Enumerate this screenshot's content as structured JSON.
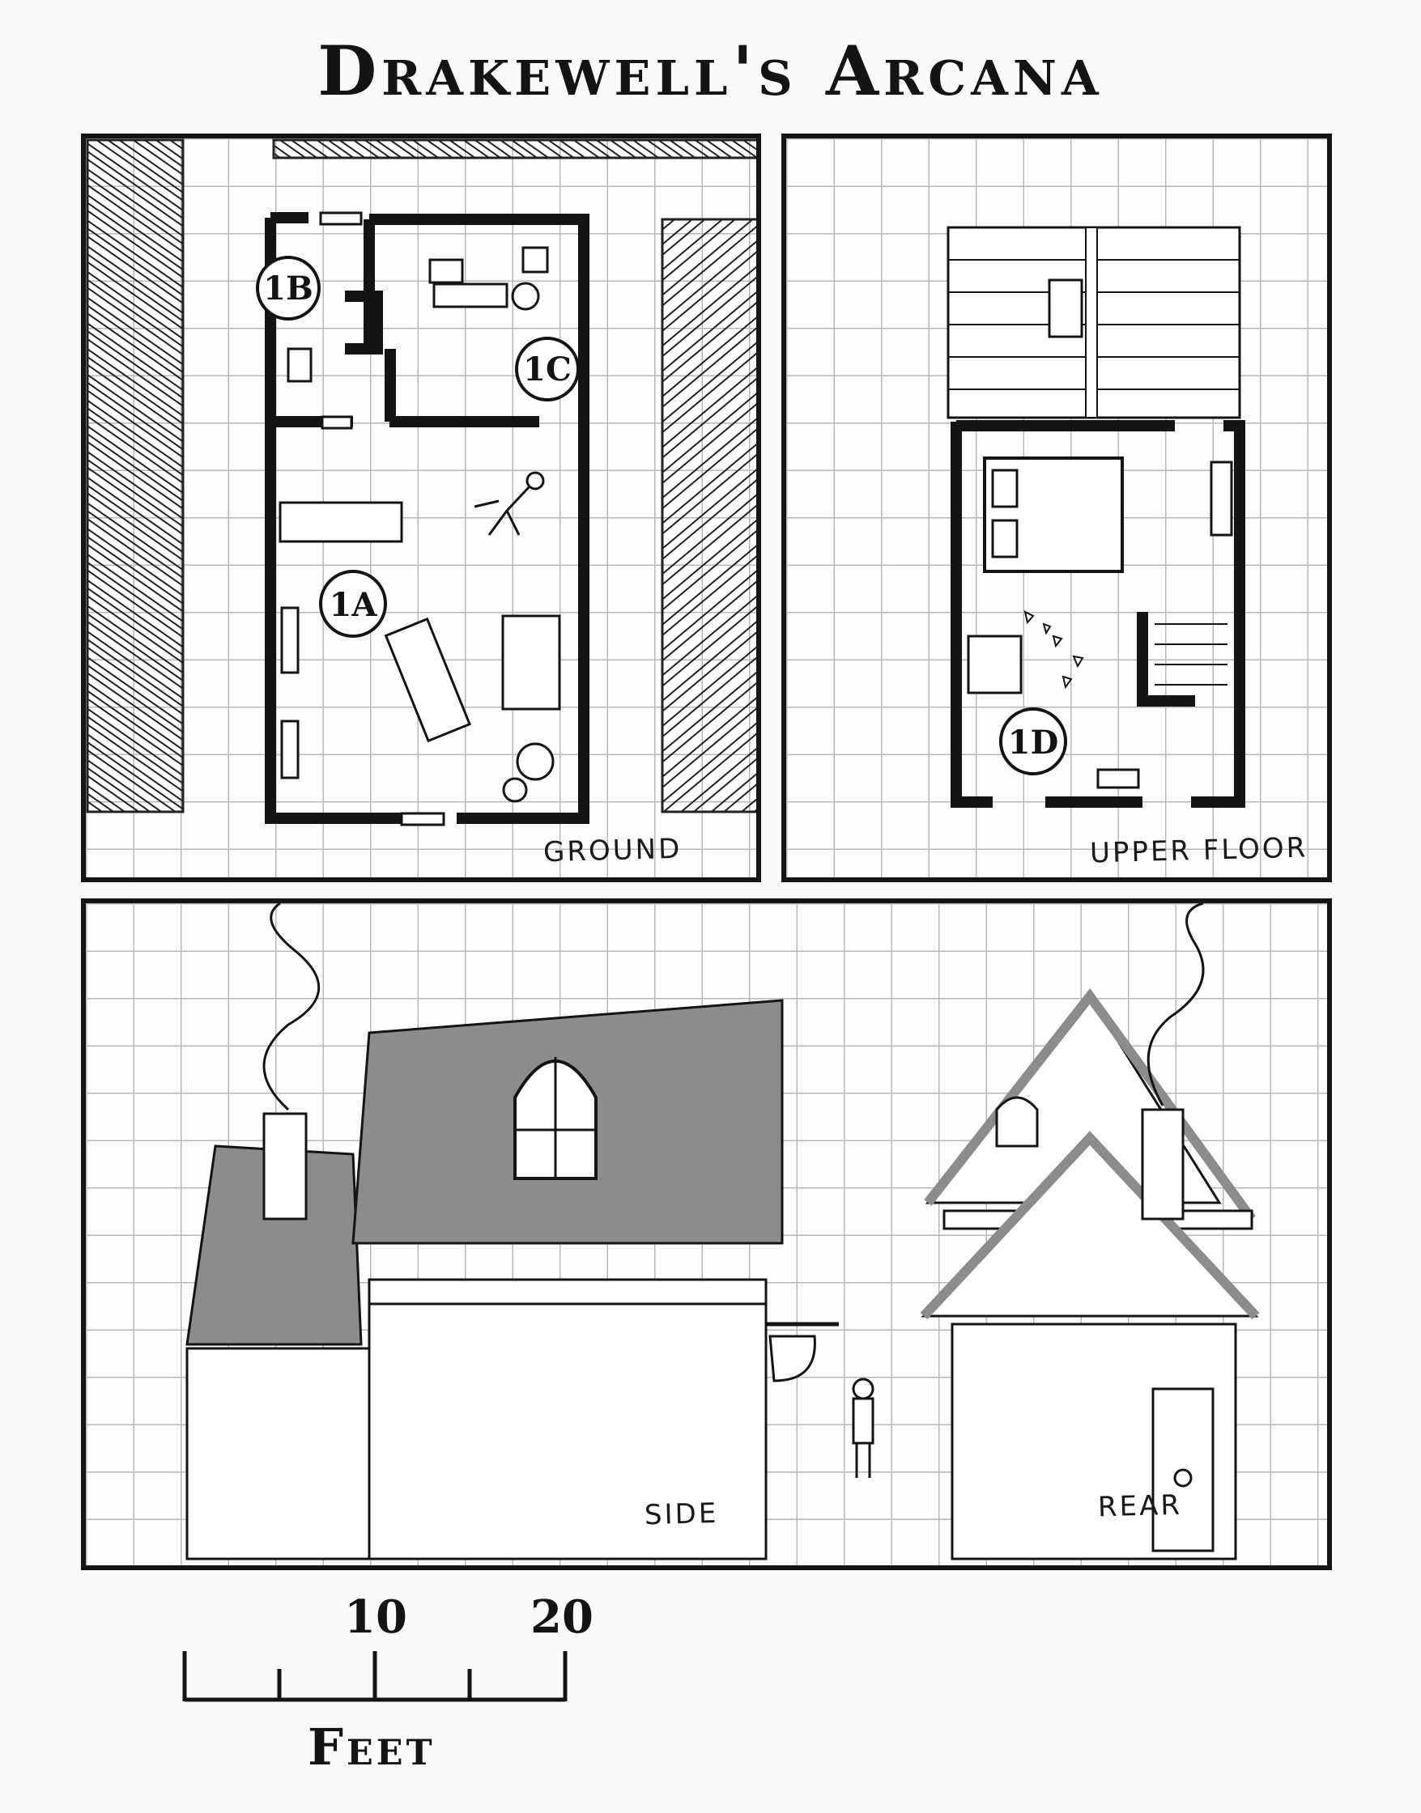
{
  "map": {
    "title": "Drakewell's Arcana",
    "panels": {
      "ground": "GROUND",
      "upper": "UPPER FLOOR",
      "side": "SIDE",
      "rear": "REAR"
    },
    "rooms": [
      "1A",
      "1B",
      "1C",
      "1D"
    ],
    "scale": {
      "ticks": [
        "10",
        "20"
      ],
      "unit": "Feet"
    },
    "colors": {
      "ink": "#141414",
      "grid": "#b8b8b8",
      "roof": "#8c8c8c",
      "paper": "#fdfdfd"
    }
  }
}
